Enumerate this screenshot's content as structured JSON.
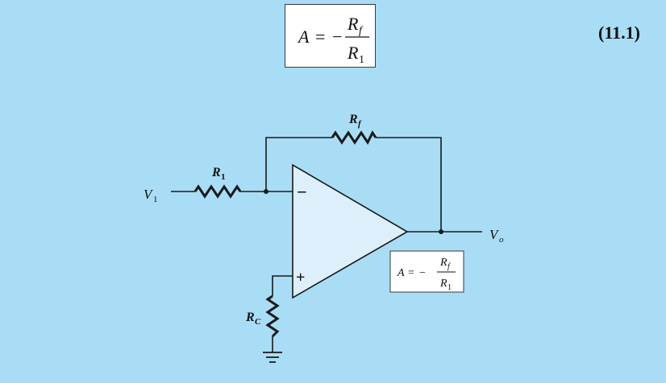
{
  "equation": {
    "lhs": "A",
    "eq": "=",
    "sign": "−",
    "numerator_main": "R",
    "numerator_sub": "f",
    "denominator_main": "R",
    "denominator_sub": "1",
    "number": "(11.1)"
  },
  "circuit": {
    "input": {
      "main": "V",
      "sub": "1"
    },
    "output": {
      "main": "V",
      "sub": "o"
    },
    "input_resistor": {
      "main": "R",
      "sub": "1"
    },
    "feedback_resistor": {
      "main": "R",
      "sub": "f"
    },
    "compensation_resistor": {
      "main": "R",
      "sub": "C"
    },
    "inverting_symbol": "−",
    "noninverting_symbol": "+",
    "gain_box": {
      "lhs": "A",
      "eq": "=",
      "sign": "−",
      "numerator_main": "R",
      "numerator_sub": "f",
      "denominator_main": "R",
      "denominator_sub": "1"
    }
  },
  "colors": {
    "background": "#a8ddf5",
    "opamp_fill": "#ddeffb",
    "wire": "#1a1a1a",
    "box_fill": "#ffffff"
  }
}
